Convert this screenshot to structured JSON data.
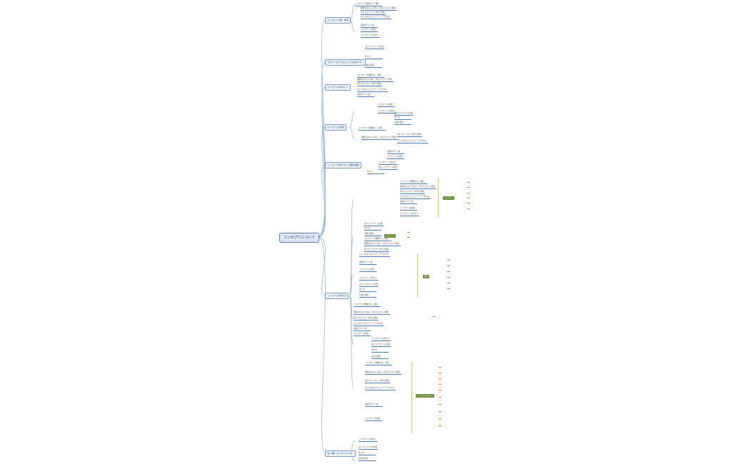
{
  "root": {
    "label": "コンセプトについて"
  },
  "topics": [
    {
      "id": "t1",
      "label": "コンセプトの語・概念"
    },
    {
      "id": "t2",
      "label": "ではコンセプトはどこから生まれる？"
    },
    {
      "id": "t3",
      "label": "コンセプトがあると？"
    },
    {
      "id": "t4",
      "label": "コンセプトの語源"
    },
    {
      "id": "t5",
      "label": "コンセプトの作り方と必要な要素"
    },
    {
      "id": "t6",
      "label": "コンセプトの考え方"
    },
    {
      "id": "t7",
      "label": "良い/悪いコンセプトとは？"
    }
  ],
  "notes": [
    "コンセプトを理解する。概念。",
    "概要をおおよそ語る。何かまとまった概念",
    "新たなコンセプトを作る理由",
    "ひとつのまとまったアイデアを示す",
    "語源がラテン語",
    "コンセプトは必要",
    "コンセプトとは何か？",
    "良いコンセプトの定義",
    "作り方",
    "必要な要素"
  ],
  "summaries": [
    "コンセプト",
    "コンセプト",
    "要素",
    "コンセプトの作り方"
  ]
}
